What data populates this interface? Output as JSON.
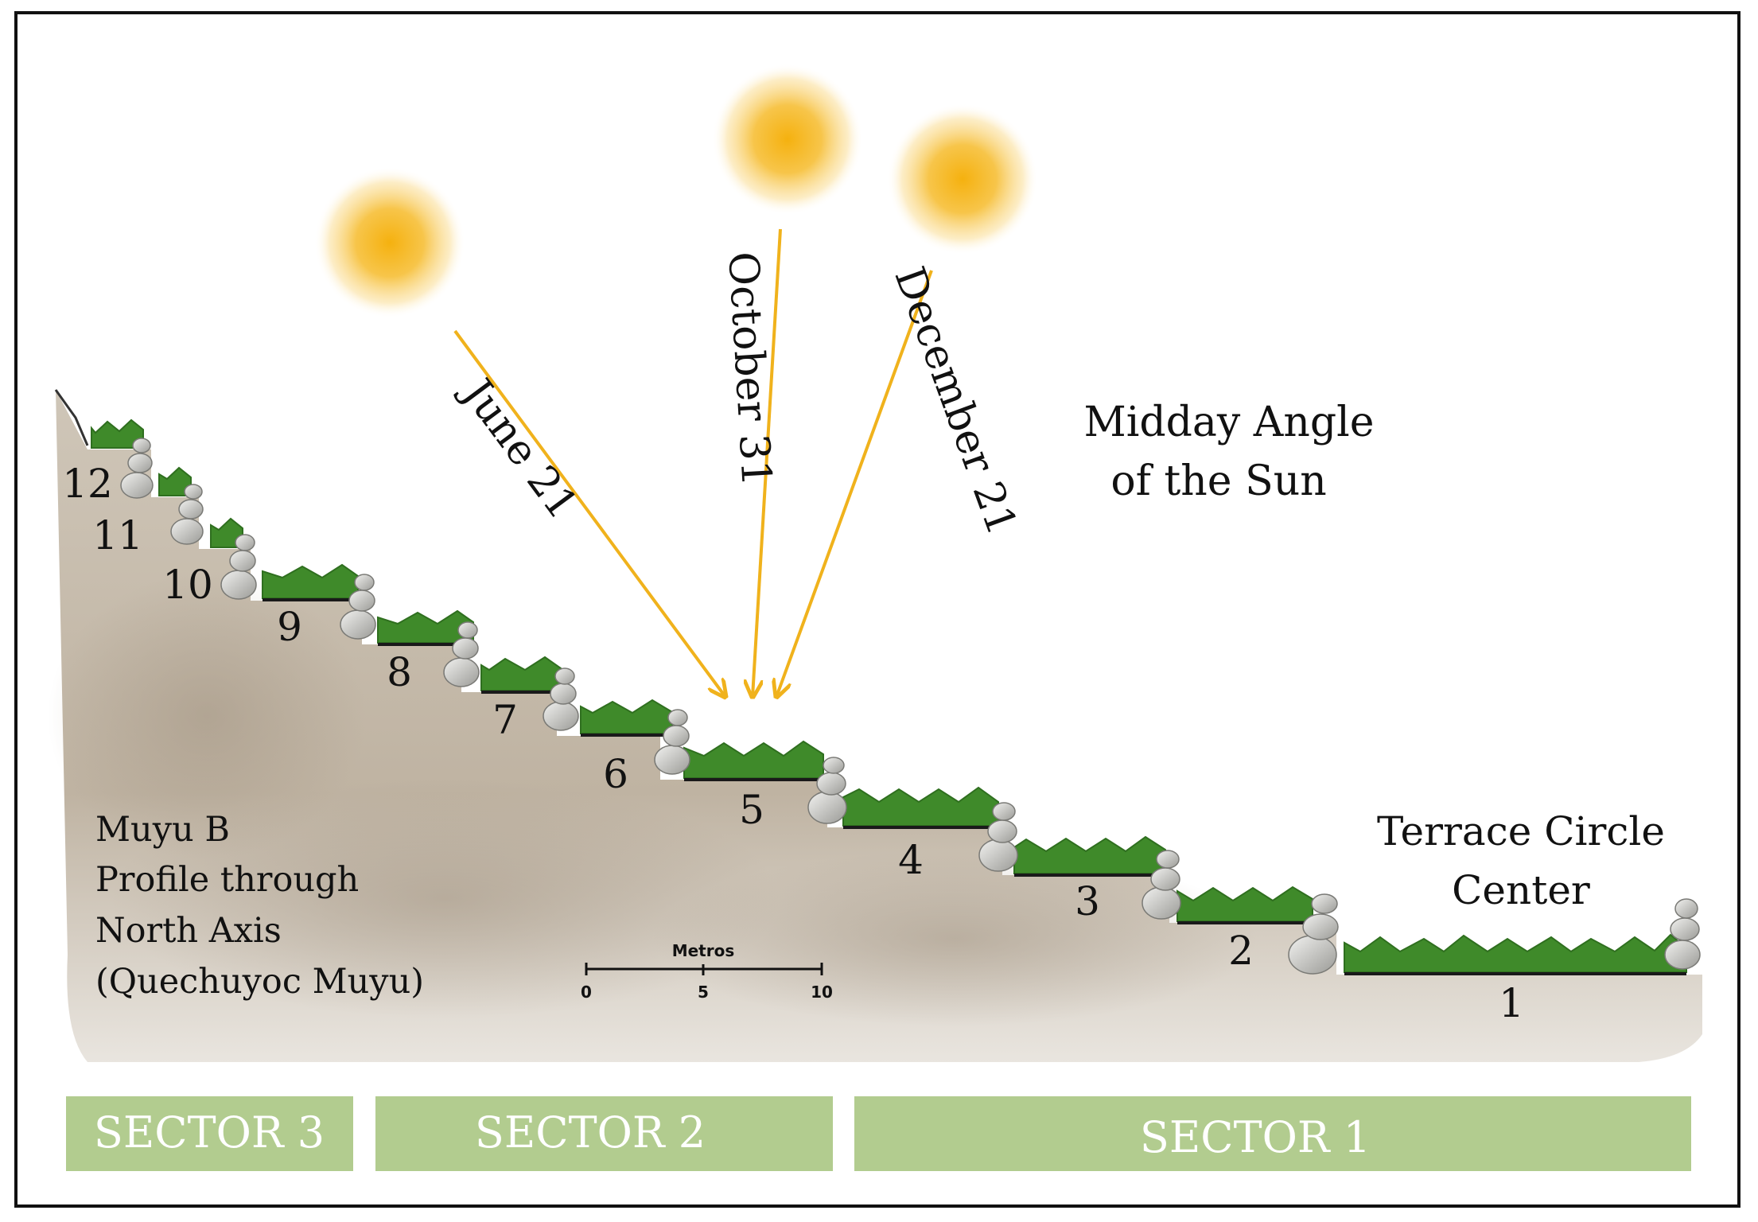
{
  "title": {
    "line1": "Midday Angle",
    "line2": "of the Sun"
  },
  "rays": [
    {
      "label": "June 21"
    },
    {
      "label": "October 31"
    },
    {
      "label": "December 21"
    }
  ],
  "terraces": [
    "1",
    "2",
    "3",
    "4",
    "5",
    "6",
    "7",
    "8",
    "9",
    "10",
    "11",
    "12"
  ],
  "center_label": {
    "line1": "Terrace Circle",
    "line2": "Center"
  },
  "profile_label": {
    "line1": "Muyu B",
    "line2": "Profile through",
    "line3": "North Axis",
    "line4": "(Quechuyoc Muyu)"
  },
  "scale_bar": {
    "title": "Metros",
    "ticks": [
      "0",
      "5",
      "10"
    ]
  },
  "sectors": [
    {
      "label": "SECTOR 3"
    },
    {
      "label": "SECTOR 2"
    },
    {
      "label": "SECTOR 1"
    }
  ],
  "colors": {
    "sun": "#f5b81c",
    "ray": "#f0b21c",
    "sector_bar": "#b2cc8f",
    "soil": "#c9bfb0",
    "grass": "#3f8a2a"
  }
}
